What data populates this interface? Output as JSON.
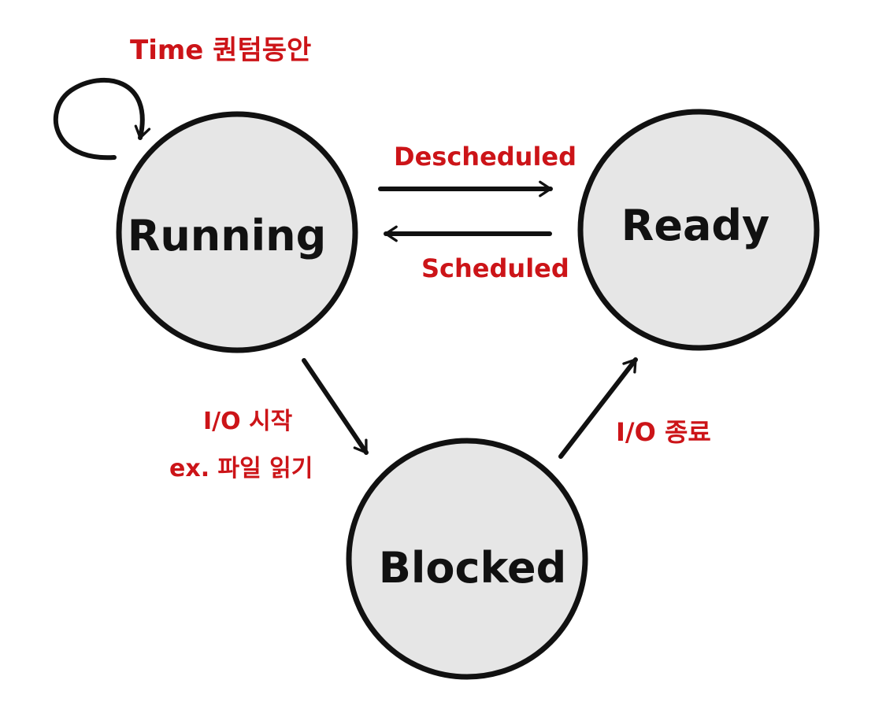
{
  "colors": {
    "node_fill": "#e6e6e6",
    "stroke": "#111111",
    "annotation": "#cc1418",
    "background": "#ffffff"
  },
  "states": {
    "running": "Running",
    "ready": "Ready",
    "blocked": "Blocked"
  },
  "transitions": {
    "self_loop": "Time 퀀텀동안",
    "descheduled": "Descheduled",
    "scheduled": "Scheduled",
    "io_start_line1": "I/O 시작",
    "io_start_line2": "ex. 파일 읽기",
    "io_done": "I/O 종료"
  }
}
